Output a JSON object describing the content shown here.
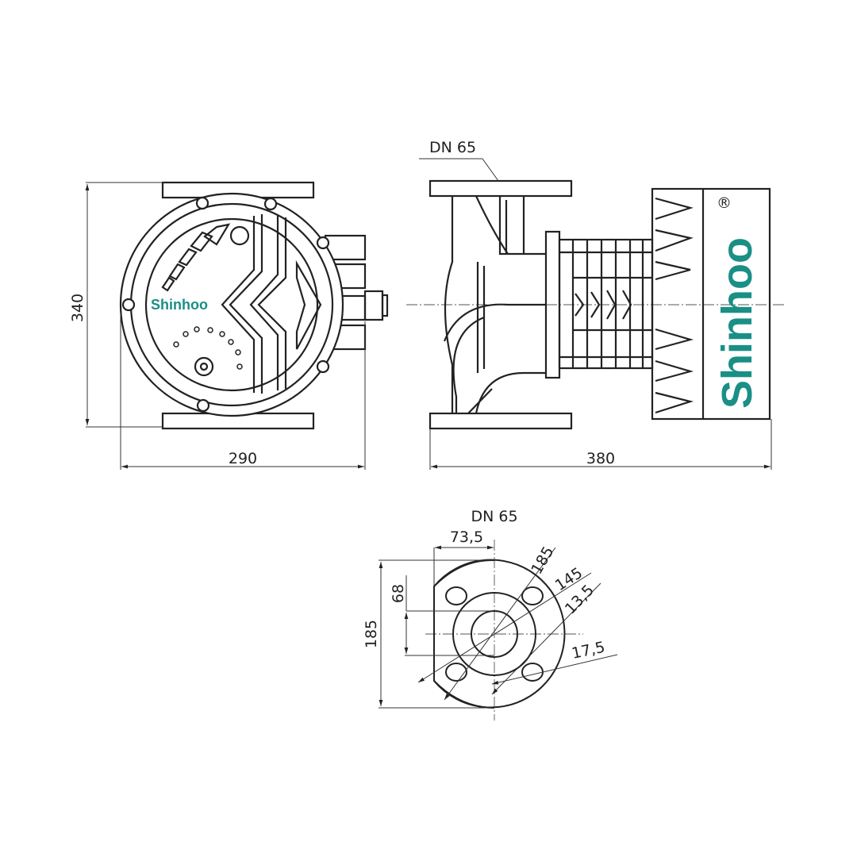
{
  "brand": {
    "name": "Shinhoo",
    "registered_mark": "®",
    "color": "#1a8f86"
  },
  "front_view": {
    "height_label": "340",
    "width_label": "290"
  },
  "side_view": {
    "connection_label": "DN 65",
    "length_label": "380"
  },
  "flange_view": {
    "title": "DN 65",
    "offset_label": "73,5",
    "height_label": "185",
    "inner_height_label": "68",
    "outer_diameter_label": "185",
    "bolt_circle_label": "145",
    "hole_diameter_label": "13,5",
    "slot_length_label": "17,5"
  }
}
